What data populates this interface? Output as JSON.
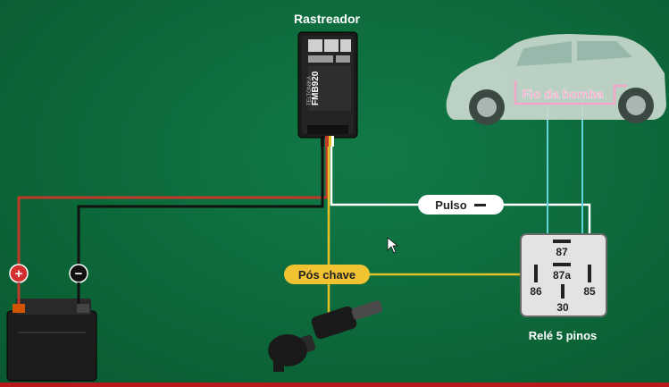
{
  "labels": {
    "tracker": "Rastreador",
    "tracker_model": "FMB920",
    "tracker_brand": "TELTONIKA",
    "pump_wire": "Fio da bomba",
    "pulse": "Pulso",
    "ignition": "Pós chave",
    "relay": "Relé 5 pinos"
  },
  "relay_pins": {
    "p87": "87",
    "p87a": "87a",
    "p86": "86",
    "p85": "85",
    "p30": "30"
  },
  "battery_symbols": {
    "positive": "+",
    "negative": "−"
  },
  "colors": {
    "background": "#0d6b3d",
    "wire_red": "#c0392b",
    "wire_black": "#111111",
    "wire_white": "#ffffff",
    "wire_yellow": "#e6c229",
    "wire_cyan": "#5fd3d8",
    "wire_pink": "#f4a6c8",
    "pill_yellow": "#f1c232",
    "relay_body": "#e3e3e3"
  },
  "icons": [
    "tracker-device-icon",
    "car-icon",
    "battery-icon",
    "ignition-key-icon",
    "relay-icon",
    "mouse-cursor-icon"
  ]
}
